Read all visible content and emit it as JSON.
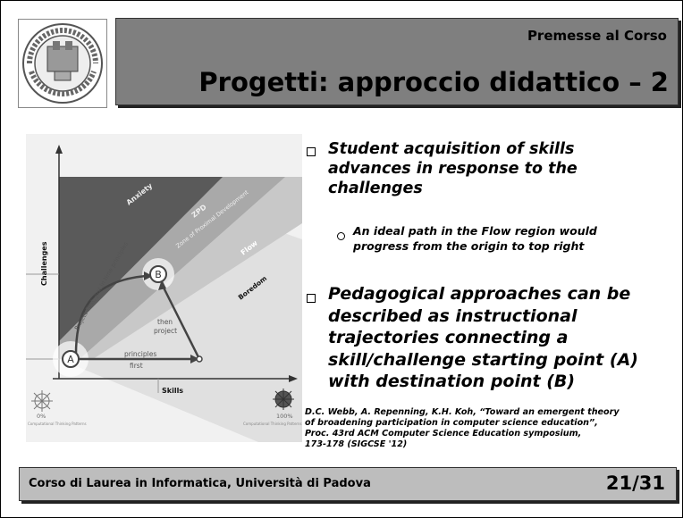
{
  "header": {
    "section": "Premesse al Corso",
    "title": "Progetti: approccio didattico – 2"
  },
  "logo": {
    "seal_text": "SIGILLUM STUDII PADUANI UNIVERSITATIS",
    "year": "MCCXXII"
  },
  "figure": {
    "y_label": "Challenges",
    "x_label": "Skills",
    "region_anxiety": "Anxiety",
    "region_zpd": "ZPD",
    "region_zpd_full": "Zone of Proximal Development",
    "region_flow": "Flow",
    "region_boredom": "Boredom",
    "point_a": "A",
    "point_b": "B",
    "path_curve_label": "Project-First, just in time principles",
    "label_then": "then",
    "label_project": "project",
    "label_principles": "principles",
    "label_first": "first",
    "pct_low": "0%",
    "pct_high": "100%",
    "ctp_left": "Computational Thinking Patterns",
    "ctp_right": "Computational Thinking Patterns"
  },
  "bullets": {
    "b1_line1": "Student acquisition of skills",
    "b1_line2": "advances in response to the",
    "b1_line3": "challenges",
    "sub_line1": "An ideal path in the Flow region would",
    "sub_line2": "progress from the origin to top right",
    "b2_line1": "Pedagogical approaches can be",
    "b2_line2": "described as instructional",
    "b2_line3": "trajectories connecting a",
    "b2_line4": "skill/challenge starting point (A)",
    "b2_line5": "with destination point (B)"
  },
  "citation": {
    "line1": "D.C. Webb, A. Repenning, K.H. Koh, “Toward an emergent theory",
    "line2": "of broadening participation in computer science education”,",
    "line3": "Proc. 43rd ACM Computer Science Education symposium,",
    "line4": "173-178 (SIGCSE '12)"
  },
  "footer": {
    "course": "Corso di Laurea in Informatica, Università di Padova",
    "page": "21/31"
  }
}
